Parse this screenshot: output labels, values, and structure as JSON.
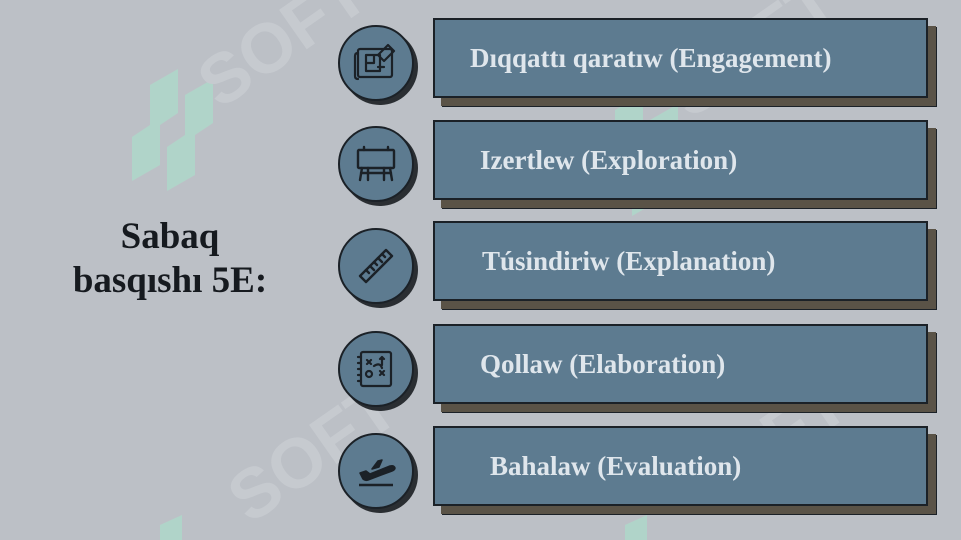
{
  "title": {
    "line1": "Sabaq",
    "line2": "basqıshı 5E:"
  },
  "steps": [
    {
      "label": "Dıqqattı qaratıw (Engagement)",
      "icon": "blueprint-icon"
    },
    {
      "label": "Izertlew (Exploration)",
      "icon": "billboard-icon"
    },
    {
      "label": "Túsindiriw (Explanation)",
      "icon": "ruler-icon"
    },
    {
      "label": "Qollaw (Elaboration)",
      "icon": "strategy-board-icon"
    },
    {
      "label": "Bahalaw (Evaluation)",
      "icon": "airplane-takeoff-icon"
    }
  ],
  "watermark": {
    "text": "SOFT"
  },
  "colors": {
    "background": "#bcc0c6",
    "card": "#5d7b90",
    "card_text": "#dfe6ec",
    "shadow": "#5a5347",
    "border": "#1b2127",
    "watermark": "#a8e0c8"
  }
}
